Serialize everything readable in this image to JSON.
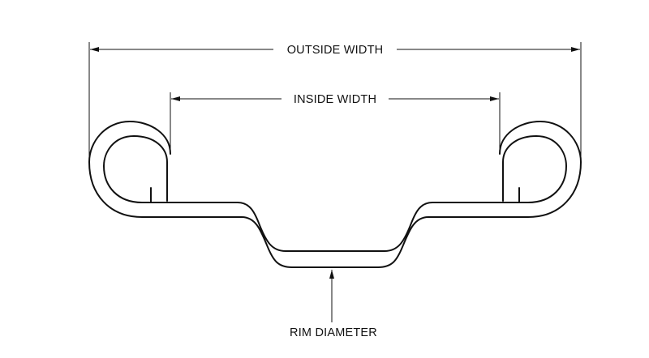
{
  "labels": {
    "outside_width": "OUTSIDE WIDTH",
    "inside_width": "INSIDE WIDTH",
    "rim_diameter": "RIM DIAMETER"
  }
}
